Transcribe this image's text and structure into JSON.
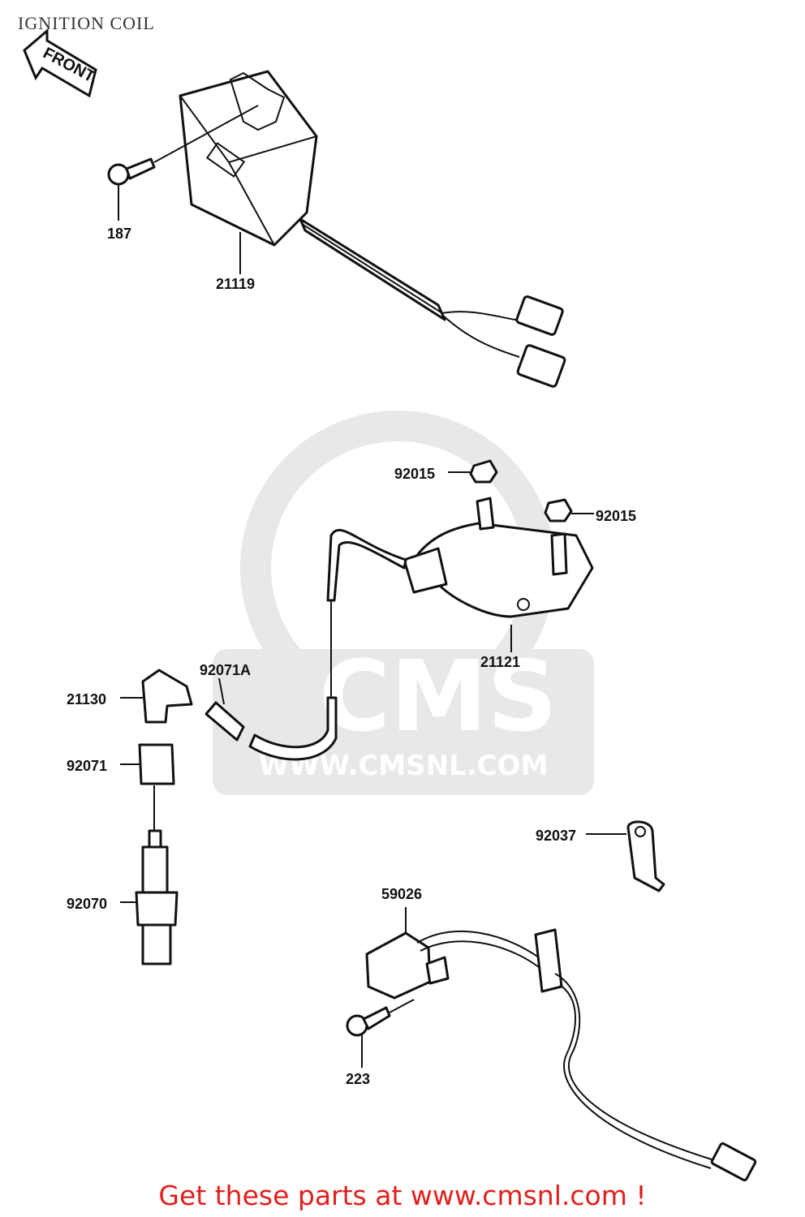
{
  "title": "IGNITION COIL",
  "front_arrow": "FRONT",
  "watermark": {
    "logo": "CMS",
    "url": "WWW.CMSNL.COM"
  },
  "parts": [
    {
      "ref": "187"
    },
    {
      "ref": "21119"
    },
    {
      "ref": "92015"
    },
    {
      "ref": "92015"
    },
    {
      "ref": "21121"
    },
    {
      "ref": "92071A"
    },
    {
      "ref": "21130"
    },
    {
      "ref": "92071"
    },
    {
      "ref": "92070"
    },
    {
      "ref": "92037"
    },
    {
      "ref": "59026"
    },
    {
      "ref": "223"
    }
  ],
  "footer": "Get these parts at www.cmsnl.com !",
  "colors": {
    "footer": "#e0201c",
    "line": "#111111",
    "watermark": "#e6e6e6"
  }
}
